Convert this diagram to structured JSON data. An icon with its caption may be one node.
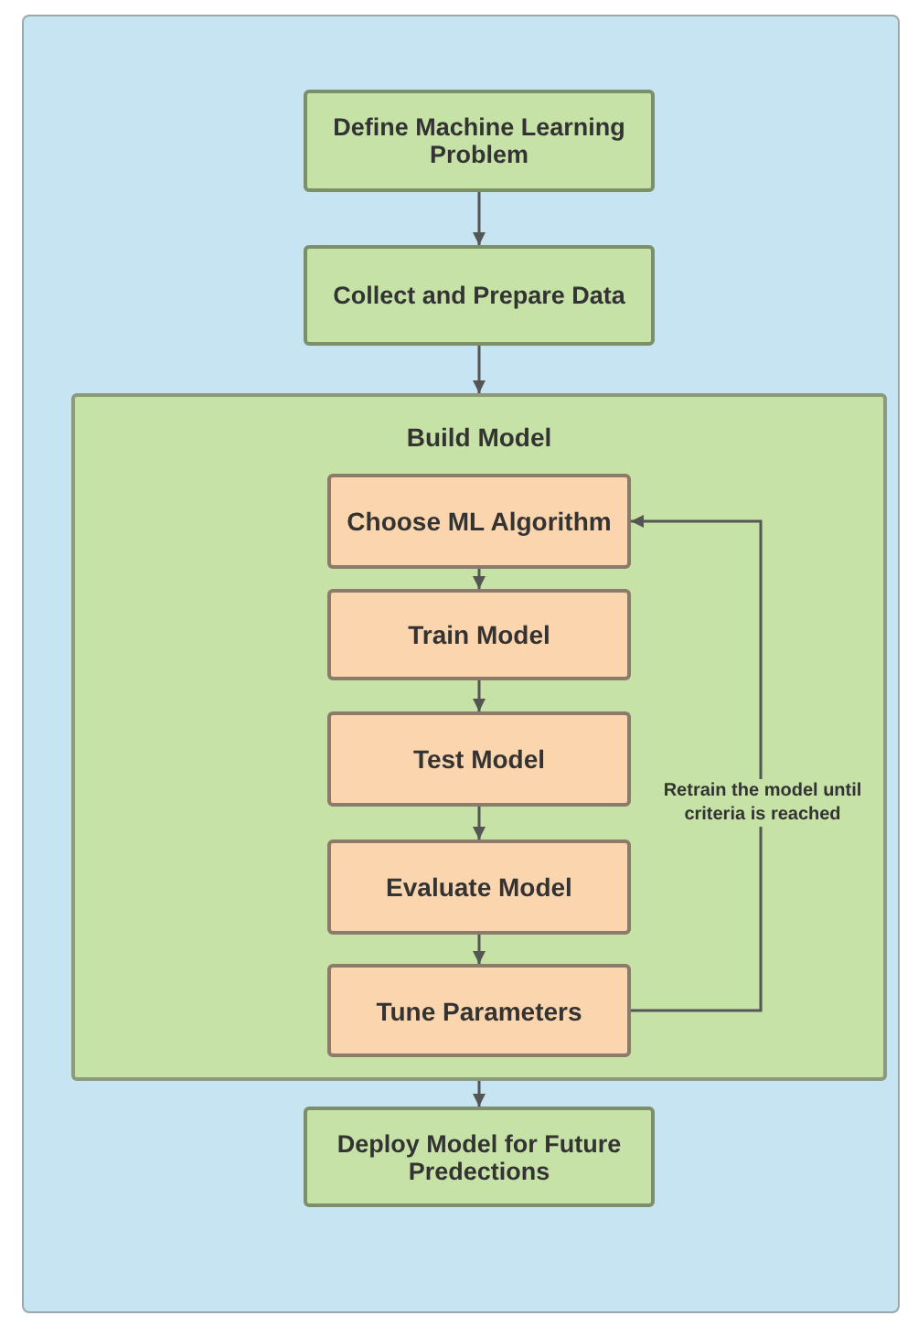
{
  "diagram": {
    "nodes": [
      {
        "text": [
          "Define Machine Learning Problem"
        ]
      },
      {
        "text": [
          "Collect and Prepare Data"
        ]
      },
      {
        "text": [
          "Build Model"
        ]
      },
      {
        "text": [
          "Choose ML Algorithm"
        ],
        "in": 2
      },
      {
        "text": [
          "Train Model"
        ],
        "in": 2
      },
      {
        "text": [
          "Test Model"
        ],
        "in": 2
      },
      {
        "text": [
          "Evaluate Model"
        ],
        "in": 2
      },
      {
        "text": [
          "Tune Parameters"
        ],
        "in": 2
      },
      {
        "text": [
          "Deploy Model for Future Predections"
        ]
      }
    ],
    "edges": [
      {
        "from": 0,
        "to": 1,
        "arrow": "to"
      },
      {
        "from": 1,
        "to": 2,
        "arrow": "to"
      },
      {
        "from": 3,
        "to": 4,
        "arrow": "to"
      },
      {
        "from": 4,
        "to": 5,
        "arrow": "to"
      },
      {
        "from": 5,
        "to": 6,
        "arrow": "to"
      },
      {
        "from": 6,
        "to": 7,
        "arrow": "to"
      },
      {
        "from": 7,
        "to": 3,
        "arrow": "to",
        "label": "Retrain the model until criteria is reached"
      },
      {
        "from": 2,
        "to": 8,
        "arrow": "to"
      }
    ]
  }
}
